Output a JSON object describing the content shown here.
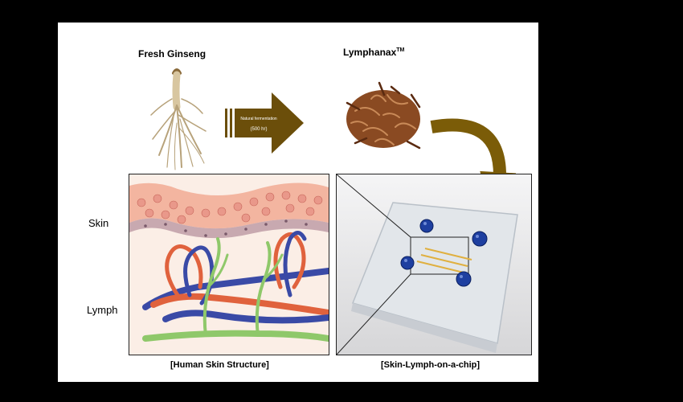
{
  "titles": {
    "ginseng": "Fresh Ginseng",
    "product": "Lymphanax",
    "product_mark": "TM"
  },
  "arrow": {
    "line1": "Natural fermentation",
    "line2": "(500 hr)"
  },
  "side_labels": {
    "skin": "Skin",
    "lymph": "Lymph"
  },
  "captions": {
    "skin_structure": "[Human Skin Structure]",
    "chip": "[Skin-Lymph-on-a-chip]"
  },
  "colors": {
    "arrow": "#6b4e0a",
    "vessel_red": "#e0623d",
    "vessel_blue": "#3a4aa6",
    "vessel_green": "#8fc86a",
    "well_blue": "#1e3fa0"
  }
}
